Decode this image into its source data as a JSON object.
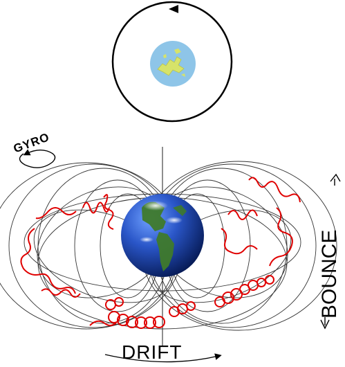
{
  "labels": {
    "gyro": "GYRO",
    "bounce": "BOUNCE",
    "drift": "DRIFT"
  },
  "colors": {
    "background": "#ffffff",
    "field_lines": "#333333",
    "trajectory": "#e00000",
    "ocean": "#8ec5e8",
    "land": "#d6e36a",
    "earth_deep": "#0b2f8a",
    "earth_light": "#4a7fe0",
    "continent": "#3f7a2b"
  },
  "icons": {
    "orbit_arrow": "arrowhead",
    "gyro_arrow": "curved-arrow",
    "bounce_arrows": "double-arrow",
    "drift_arrow": "curved-arrow"
  }
}
